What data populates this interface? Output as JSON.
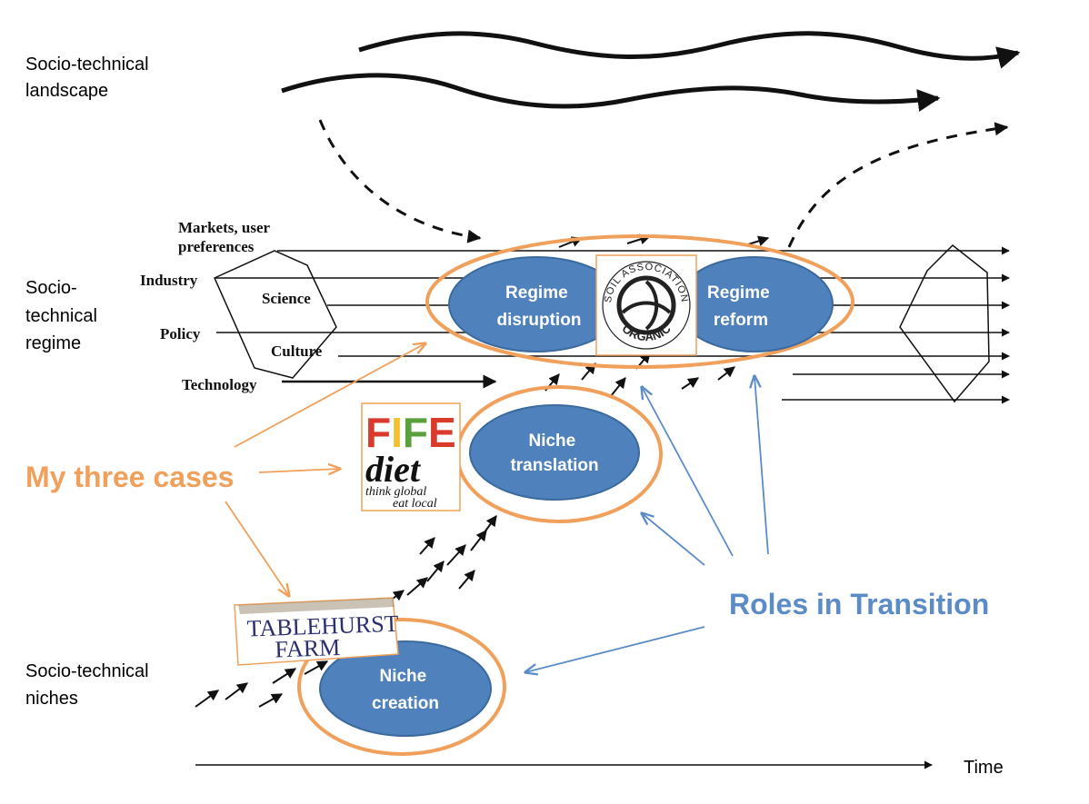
{
  "levels": {
    "landscape": [
      "Socio-technical",
      "landscape"
    ],
    "regime": [
      "Socio-",
      "technical",
      "regime"
    ],
    "niches": [
      "Socio-technical",
      "niches"
    ]
  },
  "regime_dimensions": {
    "markets": [
      "Markets, user",
      "preferences"
    ],
    "industry": "Industry",
    "science": "Science",
    "policy": "Policy",
    "culture": "Culture",
    "technology": "Technology"
  },
  "roles": {
    "regime_disruption": [
      "Regime",
      "disruption"
    ],
    "regime_reform": [
      "Regime",
      "reform"
    ],
    "niche_translation": [
      "Niche",
      "translation"
    ],
    "niche_creation": [
      "Niche",
      "creation"
    ]
  },
  "cases_label": "My three cases",
  "roles_label": "Roles in Transition",
  "time_label": "Time",
  "logos": {
    "soil_association": {
      "top": "SOIL ASSOCIATION",
      "bottom": "ORGANIC"
    },
    "fife_diet": {
      "title": "FIFE",
      "subtitle": "diet",
      "line1": "think global",
      "line2": "eat local"
    },
    "tablehurst": [
      "TABLEHURST",
      "FARM"
    ]
  },
  "colors": {
    "role_fill": "#4f81bd",
    "role_stroke": "#3a6a9e",
    "case_ring": "#f0a05a",
    "roles_arrow": "#5b8cc7",
    "fife_red": "#d93a2b",
    "fife_green": "#5aa03c",
    "fife_yellow": "#f2c12e"
  }
}
